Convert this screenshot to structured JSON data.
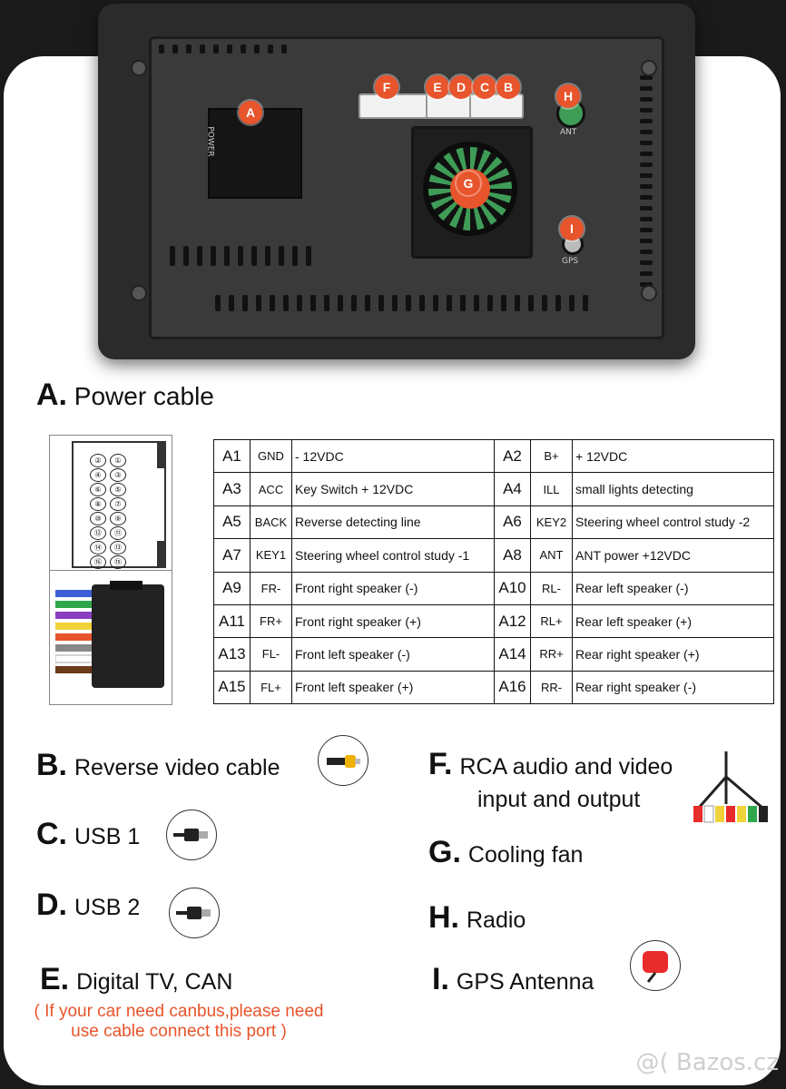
{
  "device": {
    "badges": [
      "A",
      "F",
      "E",
      "D",
      "C",
      "B",
      "H",
      "G",
      "I"
    ],
    "labels": {
      "power": "POWER",
      "ant": "ANT",
      "gps": "GPS"
    }
  },
  "section_a": {
    "letter": "A.",
    "title": "Power cable"
  },
  "pins": [
    "②",
    "①",
    "④",
    "③",
    "⑥",
    "⑤",
    "⑧",
    "⑦",
    "⑩",
    "⑨",
    "⑫",
    "⑪",
    "⑭",
    "⑬",
    "⑯",
    "⑮"
  ],
  "wiring": [
    {
      "pin": "A1",
      "sig": "GND",
      "desc": "- 12VDC",
      "pin2": "A2",
      "sig2": "B+",
      "desc2": "+ 12VDC"
    },
    {
      "pin": "A3",
      "sig": "ACC",
      "desc": "Key Switch + 12VDC",
      "pin2": "A4",
      "sig2": "ILL",
      "desc2": "small lights detecting"
    },
    {
      "pin": "A5",
      "sig": "BACK",
      "desc": "Reverse detecting line",
      "pin2": "A6",
      "sig2": "KEY2",
      "desc2": "Steering wheel control study -2"
    },
    {
      "pin": "A7",
      "sig": "KEY1",
      "desc": "Steering wheel control study -1",
      "pin2": "A8",
      "sig2": "ANT",
      "desc2": "ANT power +12VDC"
    },
    {
      "pin": "A9",
      "sig": "FR-",
      "desc": "Front right speaker (-)",
      "pin2": "A10",
      "sig2": "RL-",
      "desc2": "Rear left speaker (-)"
    },
    {
      "pin": "A11",
      "sig": "FR+",
      "desc": "Front right speaker (+)",
      "pin2": "A12",
      "sig2": "RL+",
      "desc2": "Rear left speaker (+)"
    },
    {
      "pin": "A13",
      "sig": "FL-",
      "desc": "Front left speaker (-)",
      "pin2": "A14",
      "sig2": "RR+",
      "desc2": "Rear right speaker (+)"
    },
    {
      "pin": "A15",
      "sig": "FL+",
      "desc": "Front left speaker (+)",
      "pin2": "A16",
      "sig2": "RR-",
      "desc2": "Rear right speaker (-)"
    }
  ],
  "legend": {
    "b": {
      "letter": "B.",
      "text": "Reverse video cable"
    },
    "c": {
      "letter": "C.",
      "text": "USB 1"
    },
    "d": {
      "letter": "D.",
      "text": "USB 2"
    },
    "e": {
      "letter": "E.",
      "text": "Digital TV, CAN"
    },
    "e_note": "( If your car need canbus,please need use cable connect this port )",
    "f": {
      "letter": "F.",
      "text": "RCA audio and video",
      "text2": "input and output"
    },
    "g": {
      "letter": "G.",
      "text": "Cooling fan"
    },
    "h": {
      "letter": "H.",
      "text": "Radio"
    },
    "i": {
      "letter": "I.",
      "text": "GPS Antenna"
    }
  },
  "watermark": "@( Bazos.cz",
  "colors": {
    "accent": "#e8542b",
    "background": "#1a1a1a",
    "card": "#ffffff"
  }
}
